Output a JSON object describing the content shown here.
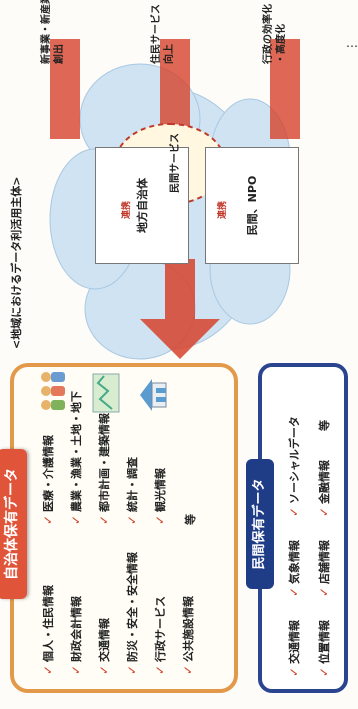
{
  "municipality": {
    "title": "自治体保有データ",
    "items": [
      "個人・住民情報",
      "財政会計情報",
      "交通情報",
      "防災・安全・安全情報",
      "行政サービス",
      "公共施設情報",
      "医療・介護情報",
      "農業・漁業・土地・地下",
      "都市計画・建築情報",
      "統計・調査",
      "観光情報"
    ],
    "etc": "等"
  },
  "private": {
    "title": "民間保有データ",
    "items": [
      "交通情報",
      "気象情報",
      "ソーシャルデータ",
      "位置情報",
      "店舗情報",
      "金融情報"
    ],
    "etc": "等"
  },
  "diagram": {
    "title": "<地域におけるデータ利活用主体>",
    "entity_left": "地方自治体",
    "entity_right": "民間、NPO",
    "ellipse_label": "民間サービス",
    "collab_label": "連携",
    "outcomes": [
      {
        "line1": "新事業・新産業",
        "line2": "創出"
      },
      {
        "line1": "住民サービス",
        "line2": "向上"
      },
      {
        "line1": "行政の効率化",
        "line2": "・高度化"
      }
    ],
    "ellipsis": "…"
  },
  "colors": {
    "muni_border": "#e29a4a",
    "muni_title_bg": "#e0553a",
    "priv_border": "#2b4490",
    "priv_title_bg": "#1f3c87",
    "arrow_red": "#d6422c",
    "cloud": "#cfe3f2",
    "check": "#d2452e"
  }
}
